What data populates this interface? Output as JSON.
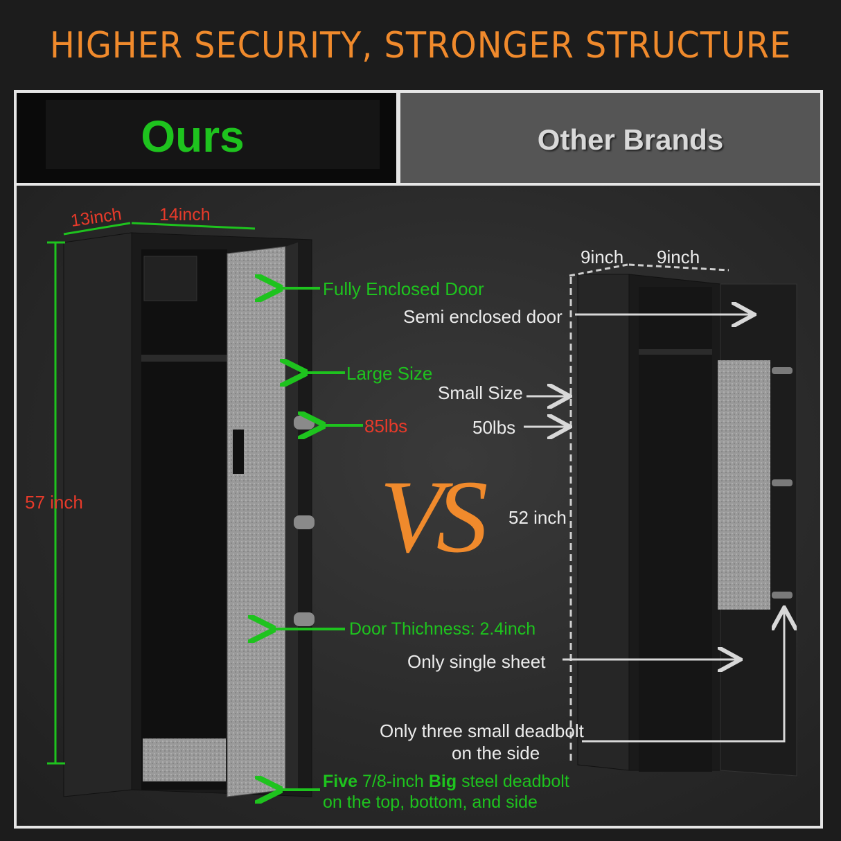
{
  "headline": "HIGHER SECURITY, STRONGER STRUCTURE",
  "tabs": {
    "ours": "Ours",
    "other": "Other Brands"
  },
  "ours": {
    "depth": "13inch",
    "width": "14inch",
    "height": "57 inch",
    "door": "Fully Enclosed Door",
    "size": "Large Size",
    "weight": "85lbs",
    "thickness": "Door Thichness: 2.4inch",
    "deadbolt_word_five": "Five",
    "deadbolt_mid": " 7/8-inch ",
    "deadbolt_big": "Big",
    "deadbolt_end": " steel deadbolt",
    "deadbolt_line2": "on the top, bottom, and side"
  },
  "vs": "VS",
  "other": {
    "depth": "9inch",
    "width": "9inch",
    "height": "52 inch",
    "door": "Semi enclosed door",
    "size": "Small Size",
    "weight": "50lbs",
    "sheet": "Only single sheet",
    "deadbolt_line1": "Only three small deadbolt",
    "deadbolt_line2": "on the side"
  },
  "colors": {
    "accent_orange": "#f08a2c",
    "ours_green": "#1ec31e",
    "highlight_red": "#e83a2a",
    "other_label": "#ececec"
  }
}
